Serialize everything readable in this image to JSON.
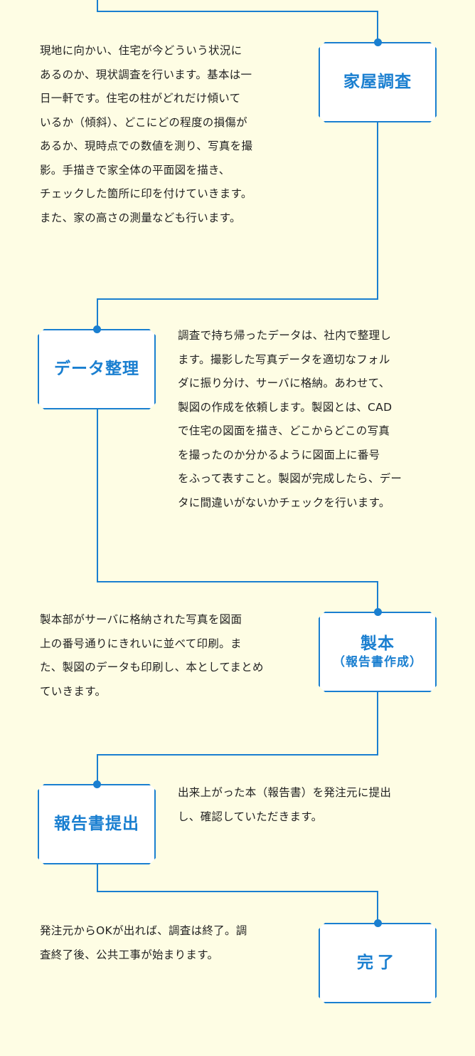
{
  "colors": {
    "accent": "#1a7fd0",
    "background": "#fefde4",
    "node_fill": "#ffffff",
    "text": "#222222"
  },
  "steps": [
    {
      "title": "家屋調査",
      "subtitle": "",
      "description": "現地に向かい、住宅が今どういう状況に\nあるのか、現状調査を行います。基本は一\n日一軒です。住宅の柱がどれだけ傾いて\nいるか（傾斜）、どこにどの程度の損傷が\nあるか、現時点での数値を測り、写真を撮\n影。手描きで家全体の平面図を描き、\nチェックした箇所に印を付けていきます。\nまた、家の高さの測量なども行います。"
    },
    {
      "title": "データ整理",
      "subtitle": "",
      "description": "調査で持ち帰ったデータは、社内で整理し\nます。撮影した写真データを適切なフォル\nダに振り分け、サーバに格納。あわせて、\n製図の作成を依頼します。製図とは、CAD\nで住宅の図面を描き、どこからどこの写真\nを撮ったのか分かるように図面上に番号\nをふって表すこと。製図が完成したら、デー\nタに間違いがないかチェックを行います。"
    },
    {
      "title": "製本",
      "subtitle": "（報告書作成）",
      "description": "製本部がサーバに格納された写真を図面\n上の番号通りにきれいに並べて印刷。ま\nた、製図のデータも印刷し、本としてまとめ\nていきます。"
    },
    {
      "title": "報告書提出",
      "subtitle": "",
      "description": "出来上がった本（報告書）を発注元に提出\nし、確認していただきます。"
    },
    {
      "title": "完了",
      "subtitle": "",
      "description": "発注元からOKが出れば、調査は終了。調\n査終了後、公共工事が始まります。"
    }
  ]
}
